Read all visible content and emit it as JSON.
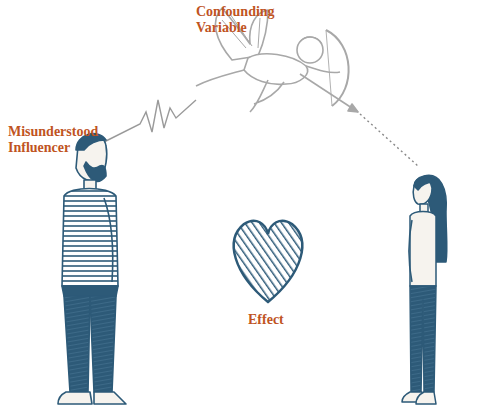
{
  "diagram": {
    "labels": [
      "Confounding Variable",
      "Misunderstood Influencer",
      "Effect"
    ]
  }
}
